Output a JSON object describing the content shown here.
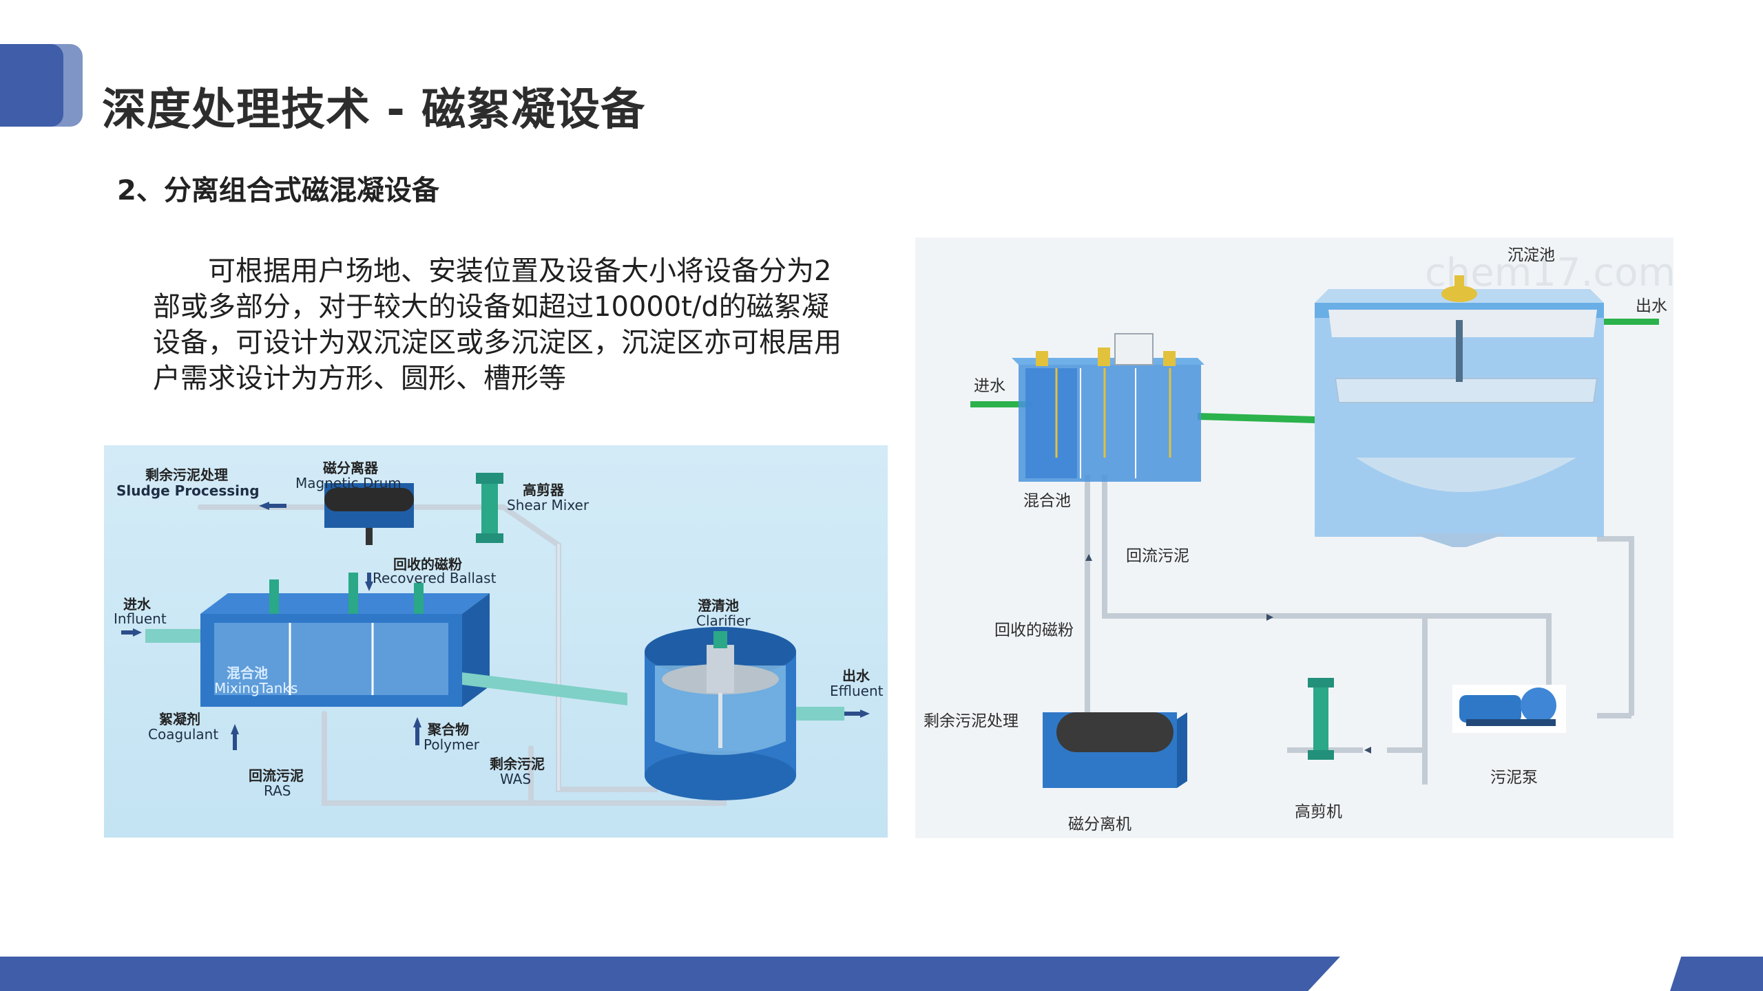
{
  "slide": {
    "title": "深度处理技术 - 磁絮凝设备",
    "subtitle": "2、分离组合式磁混凝设备",
    "body": "可根据用户场地、安装位置及设备大小将设备分为2部或多部分，对于较大的设备如超过10000t/d的磁絮凝设备，可设计为双沉淀区或多沉淀区，沉淀区亦可根居用户需求设计为方形、圆形、槽形等"
  },
  "figure_left": {
    "sludge_cn": "剩余污泥处理",
    "sludge_en": "Sludge Processing",
    "drum_cn": "磁分离器",
    "drum_en": "Magnetic Drum",
    "shear_cn": "高剪器",
    "shear_en": "Shear Mixer",
    "ballast_cn": "回收的磁粉",
    "ballast_en": "Recovered Ballast",
    "influent_cn": "进水",
    "influent_en": "Influent",
    "clarifier_cn": "澄清池",
    "clarifier_en": "Clarifier",
    "mixing_cn": "混合池",
    "mixing_en": "MixingTanks",
    "effluent_cn": "出水",
    "effluent_en": "Effluent",
    "coagulant_cn": "絮凝剂",
    "coagulant_en": "Coagulant",
    "polymer_cn": "聚合物",
    "polymer_en": "Polymer",
    "was_cn": "剩余污泥",
    "was_en": "WAS",
    "ras_cn": "回流污泥",
    "ras_en": "RAS"
  },
  "figure_right": {
    "watermark": "chem17.com",
    "settling": "沉淀池",
    "outlet": "出水",
    "inlet": "进水",
    "mixing": "混合池",
    "return_sludge": "回流污泥",
    "recovered_powder": "回收的磁粉",
    "excess_sludge": "剩余污泥处理",
    "sludge_pump": "污泥泵",
    "magnetic_separator": "磁分离机",
    "shear_machine": "高剪机"
  },
  "colors": {
    "accent": "#3f5da8",
    "accent_light": "#7f95c6",
    "tank_blue": "#2f7fd0",
    "pipe_green": "#2bb24c"
  }
}
